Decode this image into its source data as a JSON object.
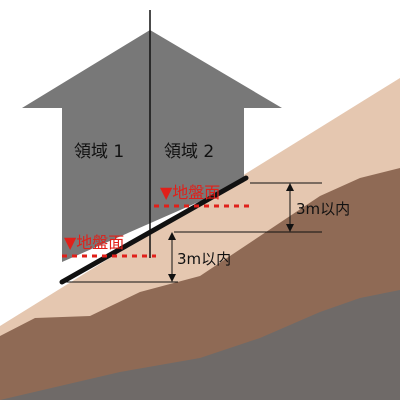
{
  "diagram": {
    "region_1_label": "領域 1",
    "region_2_label": "領域 2",
    "ground_surface_upper": "▼地盤面",
    "ground_surface_lower": "▼地盤面",
    "height_limit_upper": "3m以内",
    "height_limit_lower": "3m以内"
  },
  "colors": {
    "building": "#787878",
    "soil_top": "#e5c7b0",
    "soil_mid": "#8f6a55",
    "bedrock": "#6f6a68",
    "ground_line_marker": "#e0201a",
    "outline": "#111111"
  }
}
